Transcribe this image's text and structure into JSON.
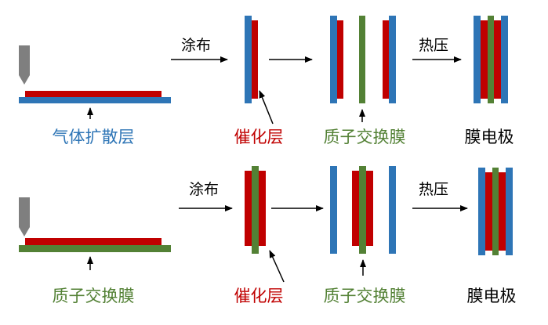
{
  "colors": {
    "gdl_blue": "#2E75B6",
    "catalyst_red": "#C00000",
    "membrane_green": "#538135",
    "nozzle_gray": "#7F7F7F",
    "arrow_black": "#000000",
    "text_black": "#000000"
  },
  "row1": {
    "substrate_label": "气体扩散层",
    "step1": "涂布",
    "catalyst_label": "催化层",
    "membrane_label": "质子交换膜",
    "step2": "热压",
    "result_label": "膜电极"
  },
  "row2": {
    "substrate_label": "质子交换膜",
    "step1": "涂布",
    "catalyst_label": "催化层",
    "membrane_label": "质子交换膜",
    "step2": "热压",
    "result_label": "膜电极"
  }
}
